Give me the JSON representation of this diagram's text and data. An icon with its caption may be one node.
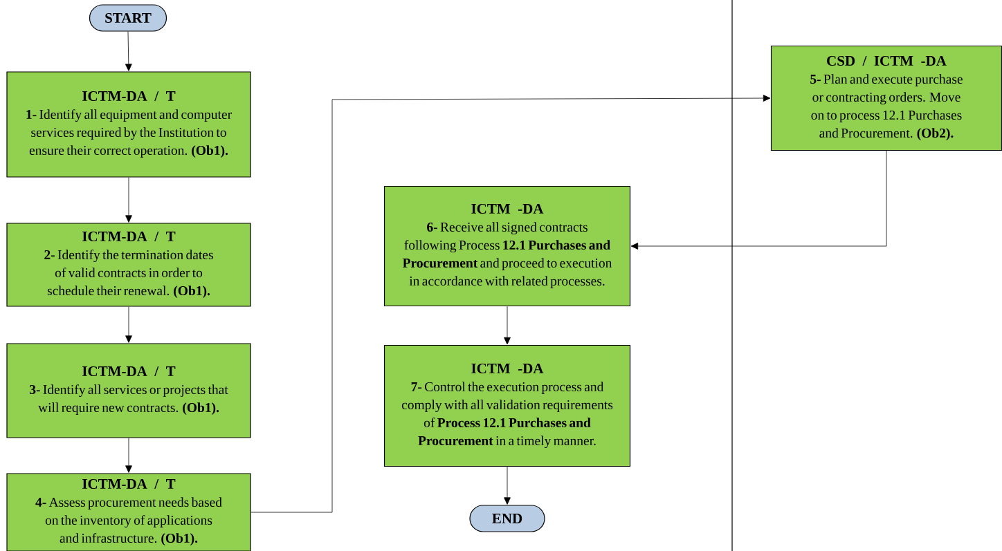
{
  "diagram": {
    "nodes": [
      {
        "text": [
          "START"
        ]
      },
      {
        "text": [
          "ICTM-DA / T",
          "**1-** Identify all equipment and computer services required by the Institution to ensure their correct operation. **(Ob1).**"
        ]
      },
      {
        "text": [
          "ICTM-DA / T",
          "**2-** Identify the termination dates of valid contracts in order to schedule their renewal. **(Ob1).**"
        ]
      },
      {
        "text": [
          "ICTM-DA / T",
          "**3-** Identify all services or projects that will require new contracts. **(Ob1).**"
        ]
      },
      {
        "text": [
          "ICTM-DA / T",
          "**4-** Assess procurement needs based on the inventory of applications and infrastructure. **(Ob1).**"
        ]
      },
      {
        "text": [
          "CSD / ICTM -DA",
          "**5-** Plan and execute purchase or contracting orders. Move on to process 12.1 Purchases and Procurement. **(Ob2).**"
        ]
      },
      {
        "text": [
          "ICTM -DA",
          "**6-** Receive all signed contracts following Process **12.1 Purchases and Procurement** and proceed to execution in accordance with related processes."
        ]
      },
      {
        "text": [
          "ICTM -DA",
          "**7-** Control the execution process and comply with all validation requirements of **Process 12.1 Purchases and Procurement** in a timely manner."
        ]
      },
      {
        "text": [
          "END"
        ]
      }
    ],
    "edges": [
      {
        "from": 0,
        "to": 1,
        "arrow": "to"
      },
      {
        "from": 1,
        "to": 2,
        "arrow": "to"
      },
      {
        "from": 2,
        "to": 3,
        "arrow": "to"
      },
      {
        "from": 3,
        "to": 4,
        "arrow": "to"
      },
      {
        "from": 4,
        "to": 5,
        "arrow": "to"
      },
      {
        "from": 5,
        "to": 6,
        "arrow": "to"
      },
      {
        "from": 6,
        "to": 7,
        "arrow": "to"
      },
      {
        "from": 7,
        "to": 8,
        "arrow": "to"
      }
    ]
  }
}
